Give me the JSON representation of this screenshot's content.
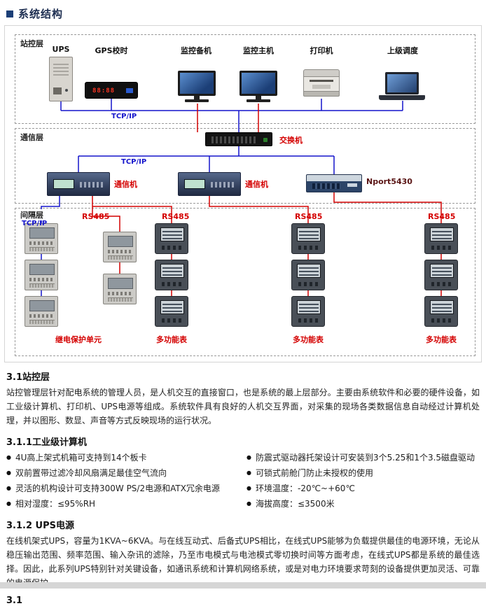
{
  "title": "系统结构",
  "ui": {
    "bullet": "●"
  },
  "diagram": {
    "layer_station": "站控层",
    "layer_comm": "通信层",
    "layer_bay": "间隔层",
    "devices": {
      "ups": "UPS",
      "gps": "GPS校时",
      "monitor_backup": "监控备机",
      "monitor_main": "监控主机",
      "printer": "打印机",
      "dispatch": "上级调度"
    },
    "gps_display": "88:88",
    "tcpip": "TCP/IP",
    "rs485": "RS485",
    "switch": "交换机",
    "comm_machine": "通信机",
    "nport": "Nport5430",
    "relay_label": "继电保护单元",
    "meter_label": "多功能表"
  },
  "sections": {
    "s31": {
      "heading": "3.1站控层",
      "body": "站控管理层针对配电系统的管理人员，是人机交互的直接窗口，也是系统的最上层部分。主要由系统软件和必要的硬件设备，如工业级计算机、打印机、UPS电源等组成。系统软件具有良好的人机交互界面，对采集的现场各类数据信息自动经过计算机处理，并以图形、数显、声音等方式反映现场的运行状况。"
    },
    "s311": {
      "heading": "3.1.1工业级计算机",
      "left": [
        "4U高上架式机箱可支持到14个板卡",
        "双前置带过滤冷却风扇满足最佳空气流向",
        "灵活的机构设计可支持300W PS/2电源和ATX冗余电源",
        "相对湿度：≤95%RH"
      ],
      "right": [
        "防震式驱动器托架设计可安装到3个5.25和1个3.5磁盘驱动",
        "可锁式前舱门防止未授权的使用",
        "环境温度：-20℃~+60℃",
        "海拔高度：≤3500米"
      ]
    },
    "s312": {
      "heading": "3.1.2 UPS电源",
      "body": "在线机架式UPS，容量为1KVA~6KVA。与在线互动式、后备式UPS相比，在线式UPS能够为负载提供最佳的电源环境，无论从稳压输出范围、频率范围、输入杂讯的滤除，乃至市电模式与电池模式零切换时间等方面考虑，在线式UPS都是系统的最佳选择。因此，此系列UPS特别针对关键设备，如通讯系统和计算机网络系统，或是对电力环境要求苛刻的设备提供更加灵活、可靠的电源保护。"
    },
    "s313": {
      "heading": "3.1"
    }
  }
}
